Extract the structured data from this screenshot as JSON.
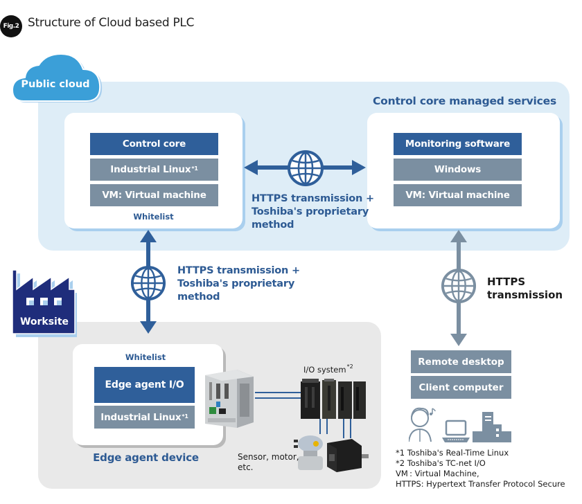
{
  "figure": {
    "badge": "Fig.2",
    "title": "Structure of Cloud based PLC"
  },
  "public_cloud": {
    "label": "Public cloud",
    "services_title": "Control core managed services",
    "left_stack": {
      "layers": [
        "Control core",
        "Industrial Linux",
        "VM: Virtual machine"
      ],
      "layer1_note": "*1",
      "whitelist": "Whitelist"
    },
    "right_stack": {
      "layers": [
        "Monitoring software",
        "Windows",
        "VM: Virtual machine"
      ]
    },
    "horizontal_link": {
      "line1": "HTTPS transmission +",
      "line2": "Toshiba's proprietary",
      "line3": "method"
    }
  },
  "worksite": {
    "label": "Worksite",
    "vertical_link": {
      "line1": "HTTPS transmission +",
      "line2": "Toshiba's proprietary",
      "line3": "method"
    },
    "edge_card": {
      "whitelist": "Whitelist",
      "layers": [
        "Edge agent I/O",
        "Industrial Linux"
      ],
      "layer2_note": "*1"
    },
    "edge_device_label": "Edge agent device",
    "io_system": {
      "label": "I/O system",
      "note": "*2"
    },
    "sensor_label_line1": "Sensor, motor,",
    "sensor_label_line2": "etc."
  },
  "remote": {
    "link": {
      "line1": "HTTPS",
      "line2": "transmission"
    },
    "boxes": [
      "Remote desktop",
      "Client computer"
    ],
    "icons": [
      "person-with-headset-icon",
      "laptop-icon",
      "office-building-icon"
    ]
  },
  "footnotes": [
    "*1  Toshiba's Real-Time Linux",
    "*2  Toshiba's TC-net I/O",
    "VM : Virtual Machine,",
    "HTTPS: Hypertext Transfer Protocol Secure"
  ],
  "colors": {
    "dark_blue": "#2f5f9a",
    "slate": "#7b8fa1",
    "cloud_panel": "#deedf7",
    "cloud_blue": "#3b9fd8",
    "navy": "#1f2d7b",
    "gray_panel": "#e9e9e9"
  }
}
